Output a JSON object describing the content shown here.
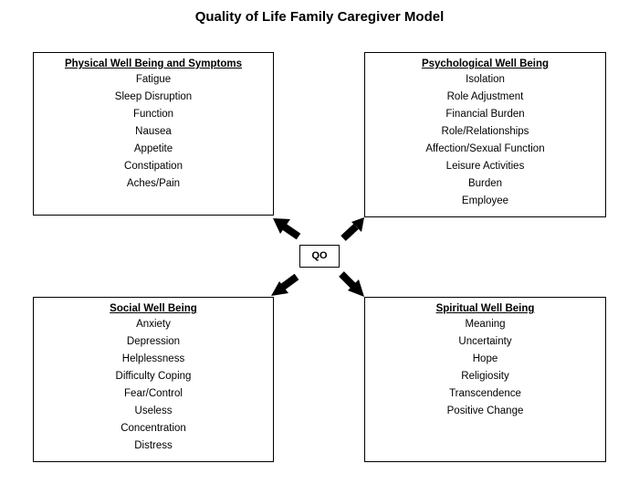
{
  "title": "Quality of Life Family Caregiver Model",
  "center_label": "QO",
  "boxes": {
    "physical": {
      "heading": "Physical Well Being and Symptoms",
      "items": [
        "Fatigue",
        "Sleep Disruption",
        "Function",
        "Nausea",
        "Appetite",
        "Constipation",
        "Aches/Pain"
      ]
    },
    "psychological": {
      "heading": "Psychological Well Being",
      "items": [
        "Isolation",
        "Role Adjustment",
        "Financial Burden",
        "Role/Relationships",
        "Affection/Sexual Function",
        "Leisure Activities",
        "Burden",
        "Employee"
      ]
    },
    "social": {
      "heading": "Social Well Being",
      "items": [
        "Anxiety",
        "Depression",
        "Helplessness",
        "Difficulty Coping",
        "Fear/Control",
        "Useless",
        "Concentration",
        "Distress"
      ]
    },
    "spiritual": {
      "heading": "Spiritual Well Being",
      "items": [
        "Meaning",
        "Uncertainty",
        "Hope",
        "Religiosity",
        "Transcendence",
        "Positive Change"
      ]
    }
  }
}
